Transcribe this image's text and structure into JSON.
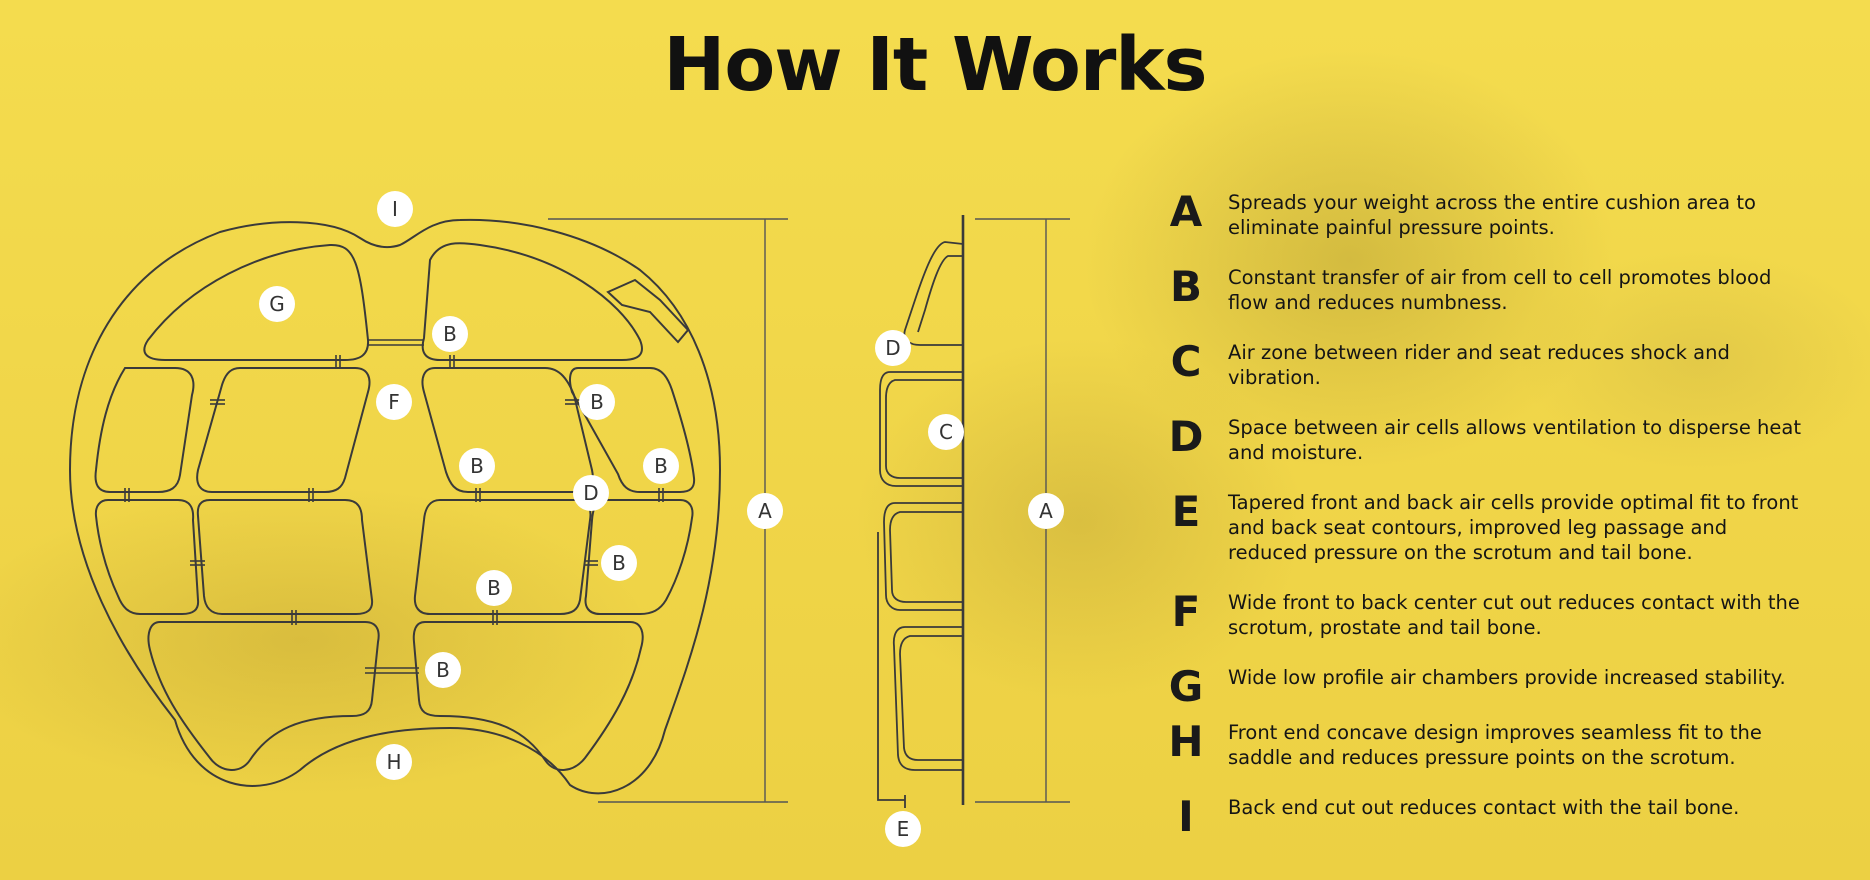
{
  "title": "How It Works",
  "accent_color": "#f2d94a",
  "markers": {
    "a": "A",
    "b": "B",
    "c": "C",
    "d": "D",
    "e": "E",
    "f": "F",
    "g": "G",
    "h": "H",
    "i": "I"
  },
  "legend": [
    {
      "letter": "A",
      "text": "Spreads your weight across the entire cushion area to eliminate painful pressure points."
    },
    {
      "letter": "B",
      "text": "Constant transfer of air from cell to cell promotes blood flow and reduces numbness."
    },
    {
      "letter": "C",
      "text": "Air zone between rider and seat reduces shock and vibration."
    },
    {
      "letter": "D",
      "text": "Space between air cells allows ventilation to disperse heat and moisture."
    },
    {
      "letter": "E",
      "text": "Tapered front and back air cells provide optimal fit to front and back seat contours, improved leg passage and reduced pressure on the scrotum and tail bone."
    },
    {
      "letter": "F",
      "text": "Wide front to back center cut out reduces contact with the scrotum, prostate and tail bone."
    },
    {
      "letter": "G",
      "text": "Wide low profile air chambers provide increased stability."
    },
    {
      "letter": "H",
      "text": "Front end concave design improves seamless fit to the saddle and reduces pressure points on the scrotum."
    },
    {
      "letter": "I",
      "text": "Back end cut out reduces contact with the tail bone."
    }
  ]
}
